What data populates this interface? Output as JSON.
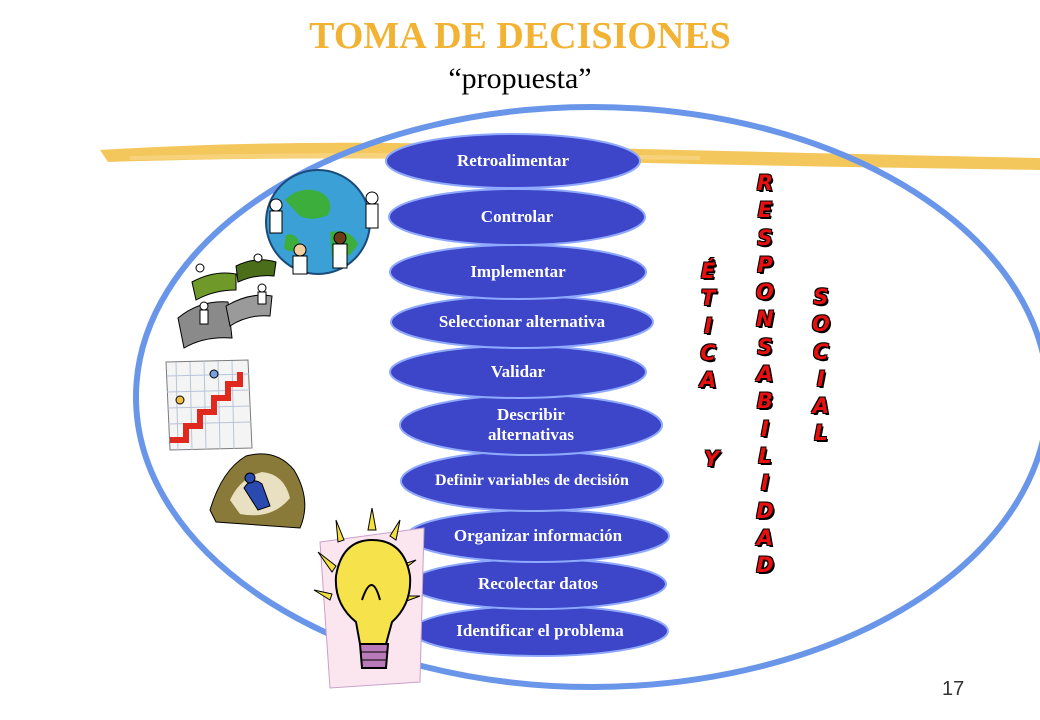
{
  "slide": {
    "title": "TOMA DE DECISIONES",
    "subtitle": "“propuesta”",
    "number": "17"
  },
  "steps": [
    {
      "label": "Retroalimentar"
    },
    {
      "label": "Controlar"
    },
    {
      "label": "Implementar"
    },
    {
      "label": "Seleccionar alternativa"
    },
    {
      "label": "Validar"
    },
    {
      "label": "Describir alternativas"
    },
    {
      "label": "Definir  variables de decisión"
    },
    {
      "label": "Organizar información"
    },
    {
      "label": "Recolectar datos"
    },
    {
      "label": "Identificar el problema"
    }
  ],
  "side_words": {
    "etica": "ÉTICA",
    "y": "Y",
    "responsabilidad": "RESPONSABILIDAD",
    "social": "SOCIAL"
  },
  "clipart": [
    "globe-people-icon",
    "bridge-people-icon",
    "stairs-chart-icon",
    "climbing-person-icon",
    "lightbulb-icon"
  ],
  "colors": {
    "title": "#f2b233",
    "ellipse_border": "#6a96ea",
    "step_fill": "#3d45c8",
    "step_border": "#8fa9ff",
    "words": "#e80f0f",
    "brush_stroke": "#f2c14a"
  }
}
